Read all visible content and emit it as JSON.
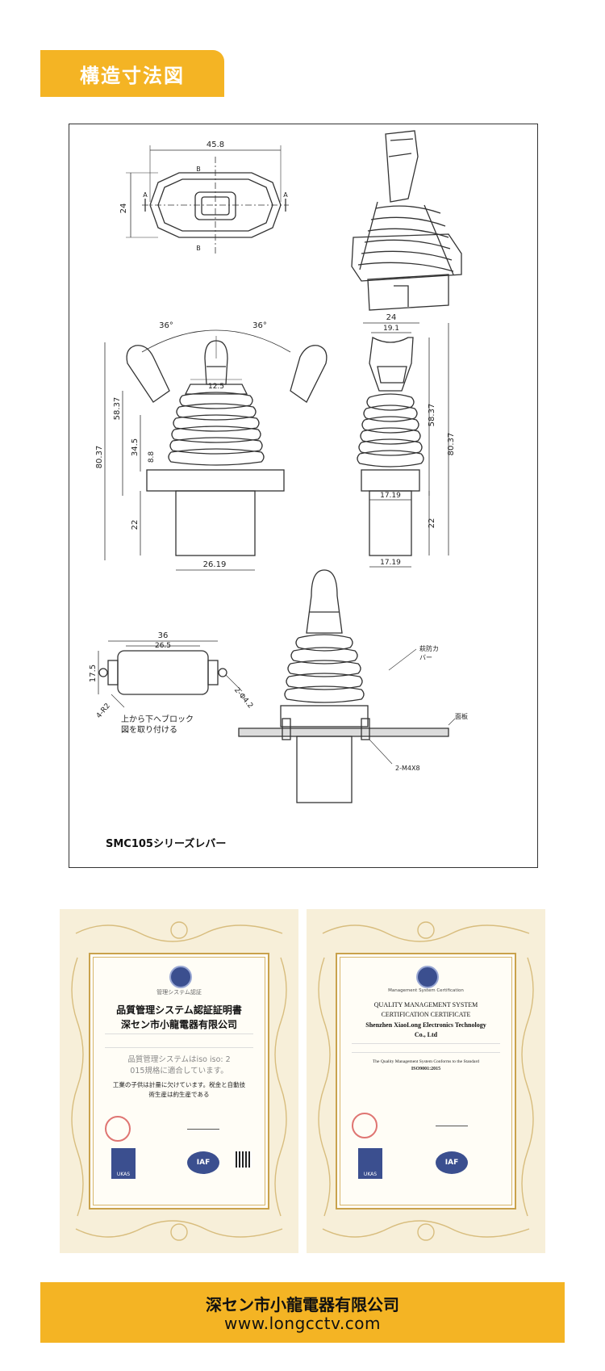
{
  "section": {
    "title": "構造寸法図"
  },
  "drawing": {
    "series_label": "SMC105シリーズレバー",
    "top_view": {
      "width": "45.8",
      "height": "24",
      "section_a": "A",
      "section_b": "B"
    },
    "front_view": {
      "angle_left": "36°",
      "angle_right": "36°",
      "inner_width": "12.5",
      "height_total": "80.37",
      "height_upper": "58.37",
      "height_mid": "34.5",
      "height_flange": "8.8",
      "height_base": "22",
      "base_width": "26.19"
    },
    "side_view": {
      "top_width": "24",
      "inner_width": "19.1",
      "height_upper": "58.37",
      "height_total": "80.37",
      "neck_width": "17.19",
      "base_width": "17.19",
      "height_base": "22"
    },
    "mount_view": {
      "outer_width": "36",
      "inner_width": "26.5",
      "height": "17.5",
      "corner": "4-R2",
      "holes": "2-Φ4.2",
      "note_line1": "上から下へブロック",
      "note_line2": "図を取り付ける"
    },
    "install_view": {
      "boot_label_line1": "萩防カ",
      "boot_label_line2": "バー",
      "panel_label": "面板",
      "screw_label": "2-M4X8"
    }
  },
  "certificates": [
    {
      "small_title": "管理システム認証",
      "title_line1": "品質管理システム認証証明書",
      "title_line2": "深セン市小龍電器有限公司",
      "conform_line1": "品質管理システムはiso iso: 2",
      "conform_line2": "015規格に適合しています。",
      "scope_line1": "工業の子供は計量に欠けています。税金と自動技",
      "scope_line2": "術生産は約生産である",
      "ukas": "UKAS",
      "iaf": "IAF"
    },
    {
      "small_title": "Management System Certification",
      "title_line1": "QUALITY MANAGEMENT SYSTEM",
      "title_line2": "CERTIFICATION CERTIFICATE",
      "company_line1": "Shenzhen XiaoLong Electronics Technology",
      "company_line2": "Co., Ltd",
      "conform_line1": "The Quality Management System Conforms to the Standard",
      "conform_line2": "ISO9001:2015",
      "ukas": "UKAS",
      "iaf": "IAF"
    }
  ],
  "footer": {
    "company": "深セン市小龍電器有限公司",
    "website": "www.longcctv.com"
  },
  "colors": {
    "accent": "#f4b424",
    "line": "#333333",
    "seal_red": "#d23b3b",
    "badge_blue": "#3b4f8f"
  }
}
